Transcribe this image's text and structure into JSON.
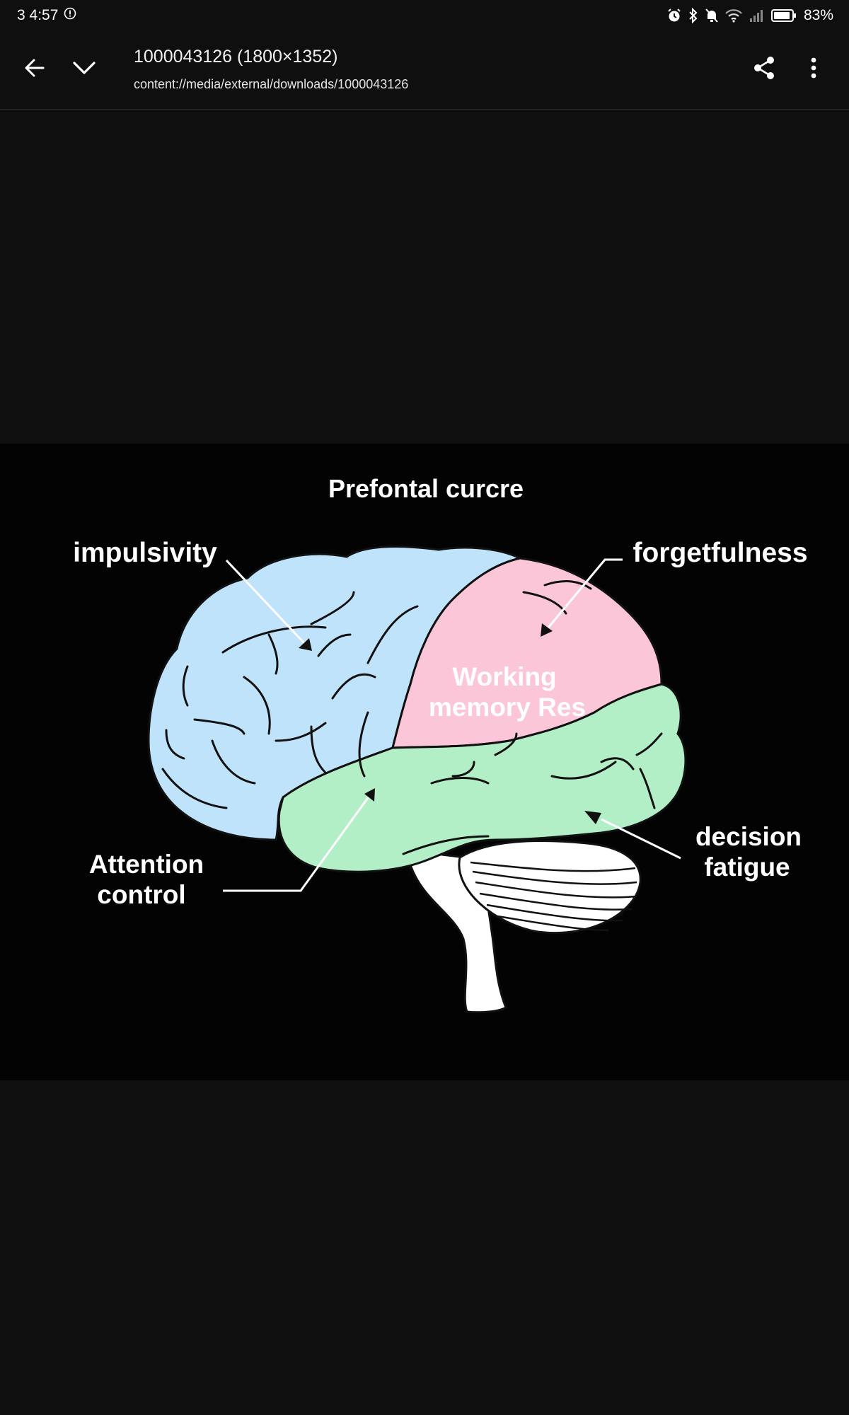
{
  "status_bar": {
    "time": "3 4:57",
    "battery": "83%",
    "icons": [
      "alert-icon",
      "alarm-icon",
      "bluetooth-icon",
      "mute-icon",
      "wifi-icon",
      "signal-icon",
      "battery-icon"
    ]
  },
  "toolbar": {
    "title": "1000043126 (1800×1352)",
    "subtitle": "content://media/external/downloads/1000043126",
    "icons": [
      "back-arrow-icon",
      "chevron-down-icon",
      "share-icon",
      "more-vert-icon"
    ]
  },
  "image": {
    "title": "Prefontal curcre",
    "labels": {
      "impulsivity": "impulsivity",
      "forgetfulness": "forgetfulness",
      "working_line1": "Working",
      "working_line2": "memory Res",
      "attention_line1": "Attention",
      "attention_line2": "control",
      "decision_line1": "decision",
      "decision_line2": "fatigue"
    },
    "colors": {
      "frontal": "#bfe3fb",
      "parietal": "#fbc6d8",
      "temporal": "#b2efc6",
      "background": "#030303"
    }
  }
}
